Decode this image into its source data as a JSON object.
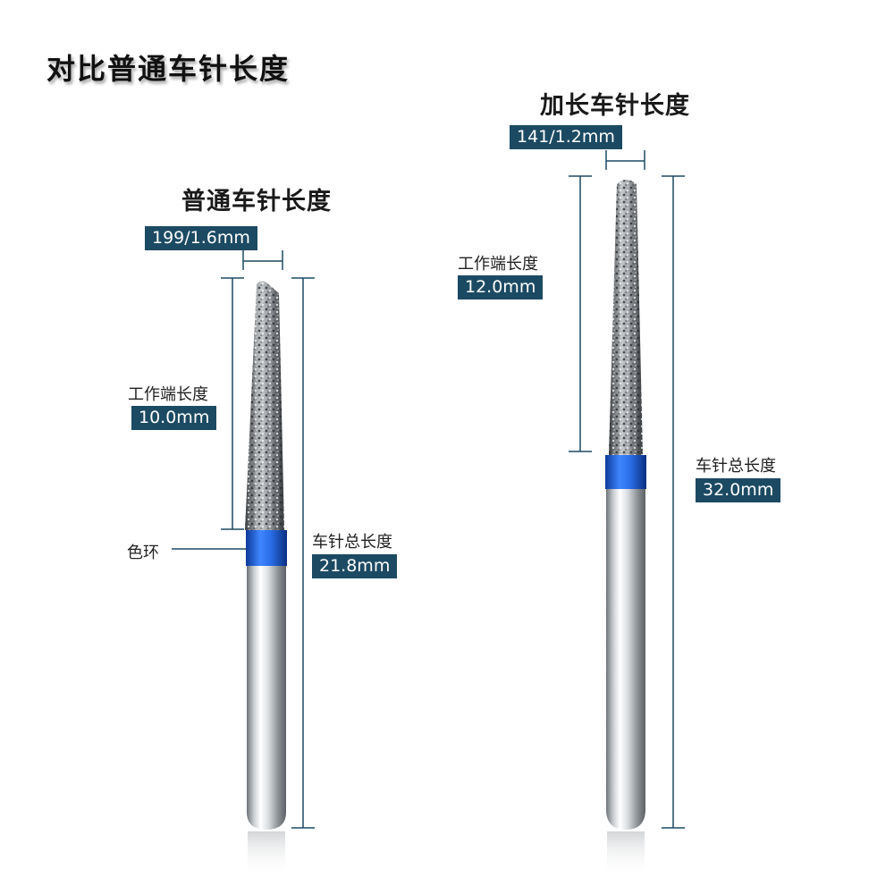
{
  "title": "对比普通车针长度",
  "standard_bur": {
    "heading": "普通车针长度",
    "tip_spec": "199/1.6mm",
    "working_label": "工作端长度",
    "working_length": "10.0mm",
    "ring_label": "色环",
    "total_label": "车针总长度",
    "total_length": "21.8mm"
  },
  "long_bur": {
    "heading": "加长车针长度",
    "tip_spec": "141/1.2mm",
    "working_label": "工作端长度",
    "working_length": "12.0mm",
    "total_label": "车针总长度",
    "total_length": "32.0mm"
  },
  "colors": {
    "tag_bg": "#1c4a63",
    "ring": "#1f5fd6",
    "line": "#1c4a63"
  }
}
